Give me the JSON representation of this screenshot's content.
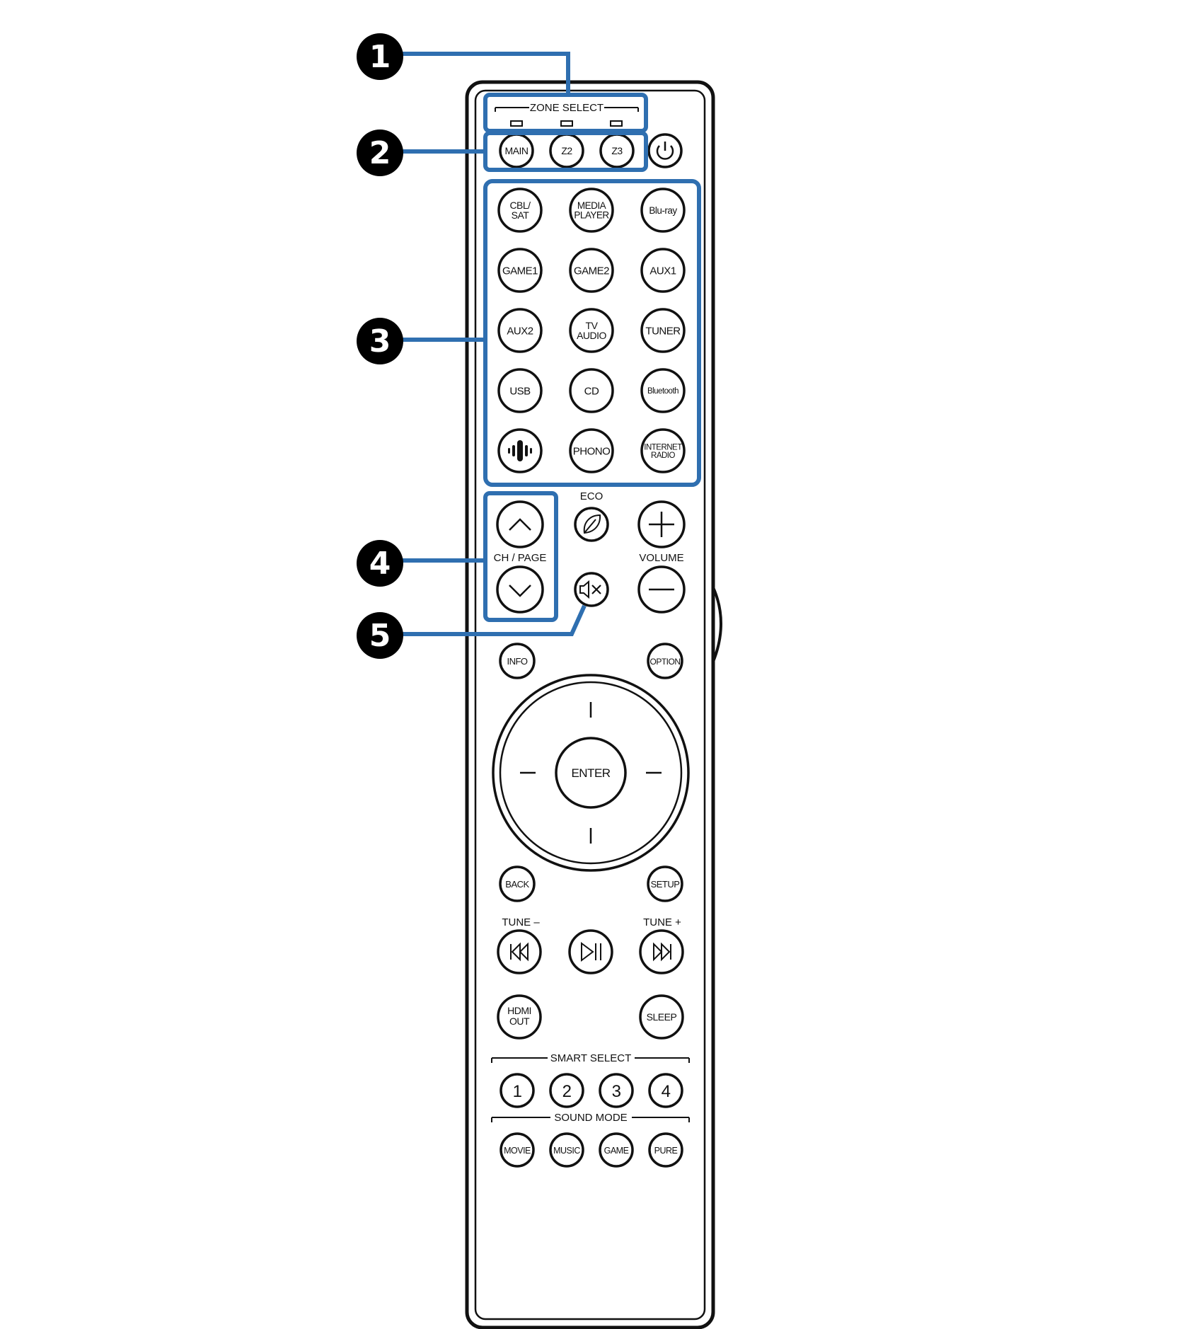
{
  "zone_select": {
    "label": "ZONE SELECT",
    "buttons": [
      "MAIN",
      "Z2",
      "Z3"
    ]
  },
  "sources": [
    [
      "CBL/",
      "SAT"
    ],
    [
      "MEDIA",
      "PLAYER"
    ],
    [
      "Blu-ray"
    ],
    [
      "GAME1"
    ],
    [
      "GAME2"
    ],
    [
      "AUX1"
    ],
    [
      "AUX2"
    ],
    [
      "TV",
      "AUDIO"
    ],
    [
      "TUNER"
    ],
    [
      "USB"
    ],
    [
      "CD"
    ],
    [
      "Bluetooth"
    ],
    [
      ""
    ],
    [
      "PHONO"
    ],
    [
      "INTERNET",
      "RADIO"
    ]
  ],
  "labels": {
    "eco": "ECO",
    "ch_page": "CH / PAGE",
    "volume": "VOLUME",
    "info": "INFO",
    "option": "OPTION",
    "enter": "ENTER",
    "back": "BACK",
    "setup": "SETUP",
    "tune_minus": "TUNE –",
    "tune_plus": "TUNE +",
    "hdmi_out": [
      "HDMI",
      "OUT"
    ],
    "sleep": "SLEEP",
    "smart_select": "SMART SELECT",
    "sound_mode": "SOUND MODE"
  },
  "smart_select": [
    "1",
    "2",
    "3",
    "4"
  ],
  "sound_mode": [
    "MOVIE",
    "MUSIC",
    "GAME",
    "PURE"
  ],
  "callouts": [
    "1",
    "2",
    "3",
    "4",
    "5"
  ],
  "colors": {
    "callout": "#2f6fb0",
    "ink": "#111111"
  }
}
